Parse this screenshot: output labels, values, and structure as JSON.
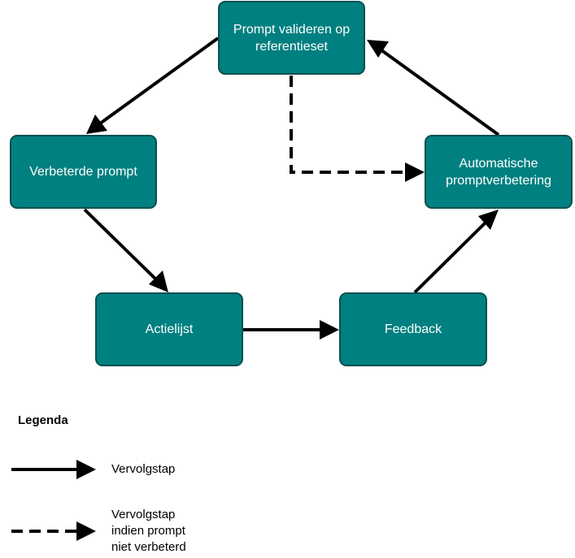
{
  "diagram": {
    "nodes": {
      "validate": "Prompt valideren op referentieset",
      "improved": "Verbeterde prompt",
      "automatic": "Automatische promptverbetering",
      "actions": "Actielijst",
      "feedback": "Feedback"
    },
    "edges": [
      {
        "from": "validate",
        "to": "improved",
        "style": "solid"
      },
      {
        "from": "improved",
        "to": "actions",
        "style": "solid"
      },
      {
        "from": "actions",
        "to": "feedback",
        "style": "solid"
      },
      {
        "from": "feedback",
        "to": "automatic",
        "style": "solid"
      },
      {
        "from": "automatic",
        "to": "validate",
        "style": "solid"
      },
      {
        "from": "validate",
        "to": "automatic",
        "style": "dashed"
      }
    ],
    "colors": {
      "node_fill": "#008080",
      "node_border": "#0b4f4f",
      "arrow": "#000000"
    }
  },
  "legend": {
    "title": "Legenda",
    "solid_label": "Vervolgstap",
    "dashed_label": "Vervolgstap indien prompt niet verbeterd"
  }
}
